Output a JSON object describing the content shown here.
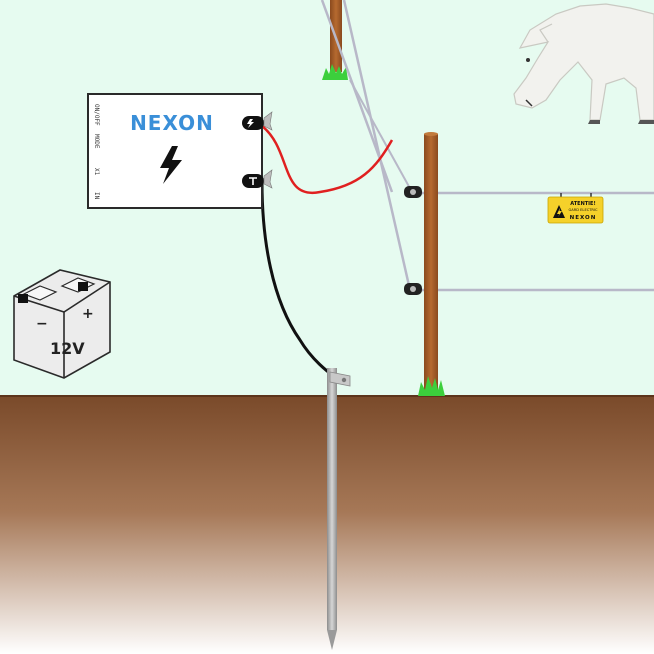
{
  "energizer": {
    "brand": "NEXON",
    "side_labels": [
      "ON/OFF",
      "MODE",
      "X1",
      "IN"
    ]
  },
  "battery": {
    "voltage": "12V",
    "minus": "−",
    "plus": "+"
  },
  "warning_sign": {
    "title": "ATENTIE!",
    "subtitle": "GARD ELECTRIC",
    "brand": "NEXON"
  },
  "colors": {
    "sky": "#e6fbf0",
    "soil_top": "#7a4a2a",
    "soil_bottom": "#ffffff",
    "post": "#a8602a",
    "grass": "#3ccf3c",
    "wire": "#b8b8c8",
    "red_cable": "#e02020",
    "black_cable": "#111111",
    "brand_blue": "#3a8fd8",
    "sign_yellow": "#f5d12a"
  }
}
